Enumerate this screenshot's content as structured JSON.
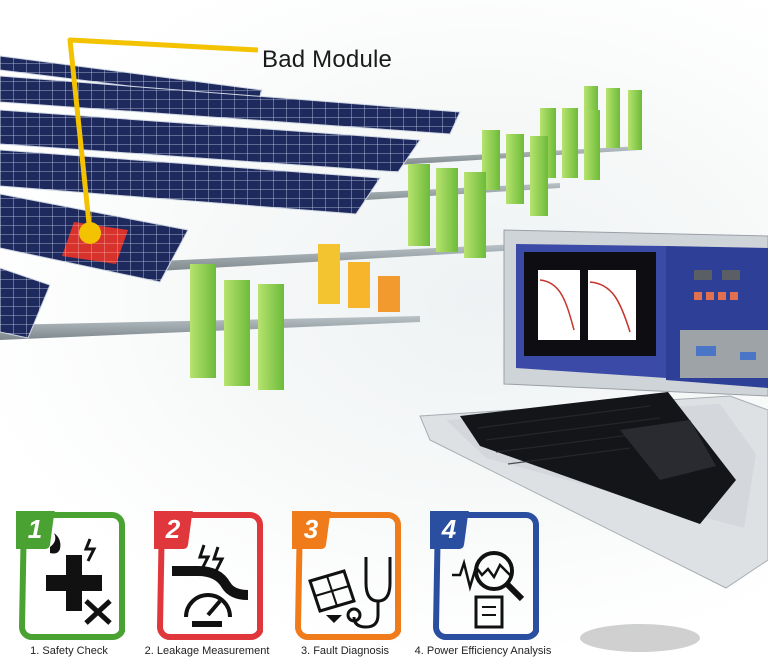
{
  "callout": {
    "label": "Bad Module"
  },
  "steps": [
    {
      "number": "1",
      "label": "1. Safety Check",
      "color": "#4aa232",
      "icon": "safety-check-icon"
    },
    {
      "number": "2",
      "label": "2. Leakage Measurement",
      "color": "#e0373c",
      "icon": "leakage-measurement-icon"
    },
    {
      "number": "3",
      "label": "3. Fault Diagnosis",
      "color": "#ef7b1a",
      "icon": "fault-diagnosis-icon"
    },
    {
      "number": "4",
      "label": "4. Power Efficiency Analysis",
      "color": "#2a4fa0",
      "icon": "power-efficiency-icon"
    }
  ],
  "colors": {
    "panel": "#1f2d63",
    "bad_module": "#d8322c",
    "bar_green": "#8fd14f",
    "bar_yellow": "#f4c430",
    "bar_orange": "#f29a2e",
    "callout_line": "#f3c200"
  }
}
